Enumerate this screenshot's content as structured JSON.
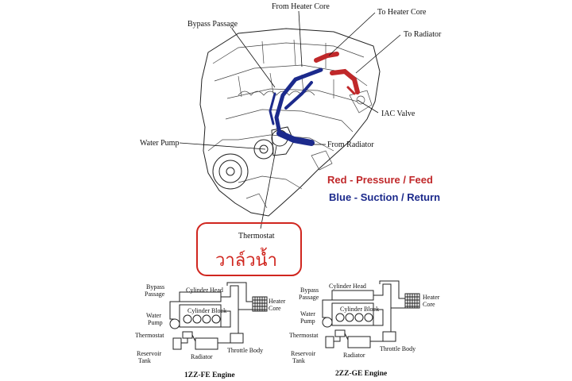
{
  "main_diagram": {
    "labels": {
      "from_heater_core": "From Heater Core",
      "to_heater_core": "To Heater Core",
      "bypass_passage": "Bypass Passage",
      "to_radiator": "To Radiator",
      "iac_valve": "IAC Valve",
      "water_pump": "Water Pump",
      "from_radiator": "From Radiator",
      "thermostat": "Thermostat"
    },
    "legend": {
      "red": "Red - Pressure / Feed",
      "blue": "Blue - Suction / Return"
    },
    "colors": {
      "pressure": "#c0282a",
      "suction": "#1c2a8c",
      "highlight_box": "#d0261f"
    },
    "annotation_thai": "วาล์วน้ำ"
  },
  "schematics": [
    {
      "caption": "1ZZ-FE Engine",
      "labels": {
        "bypass": "Bypass",
        "passage": "Passage",
        "cylinder_head": "Cylinder Head",
        "cylinder_block": "Cylinder Block",
        "heater": "Heater",
        "core": "Core",
        "water": "Water",
        "pump": "Pump",
        "thermostat": "Thermostat",
        "throttle_body": "Throttle Body",
        "radiator": "Radiator",
        "reservoir": "Reservoir",
        "tank": "Tank"
      }
    },
    {
      "caption": "2ZZ-GE Engine",
      "labels": {
        "bypass": "Bypass",
        "passage": "Passage",
        "cylinder_head": "Cylinder Head",
        "cylinder_block": "Cylinder Block",
        "heater": "Heater",
        "core": "Core",
        "water": "Water",
        "pump": "Pump",
        "thermostat": "Thermostat",
        "throttle_body": "Throttle Body",
        "radiator": "Radiator",
        "reservoir": "Reservoir",
        "tank": "Tank"
      }
    }
  ]
}
